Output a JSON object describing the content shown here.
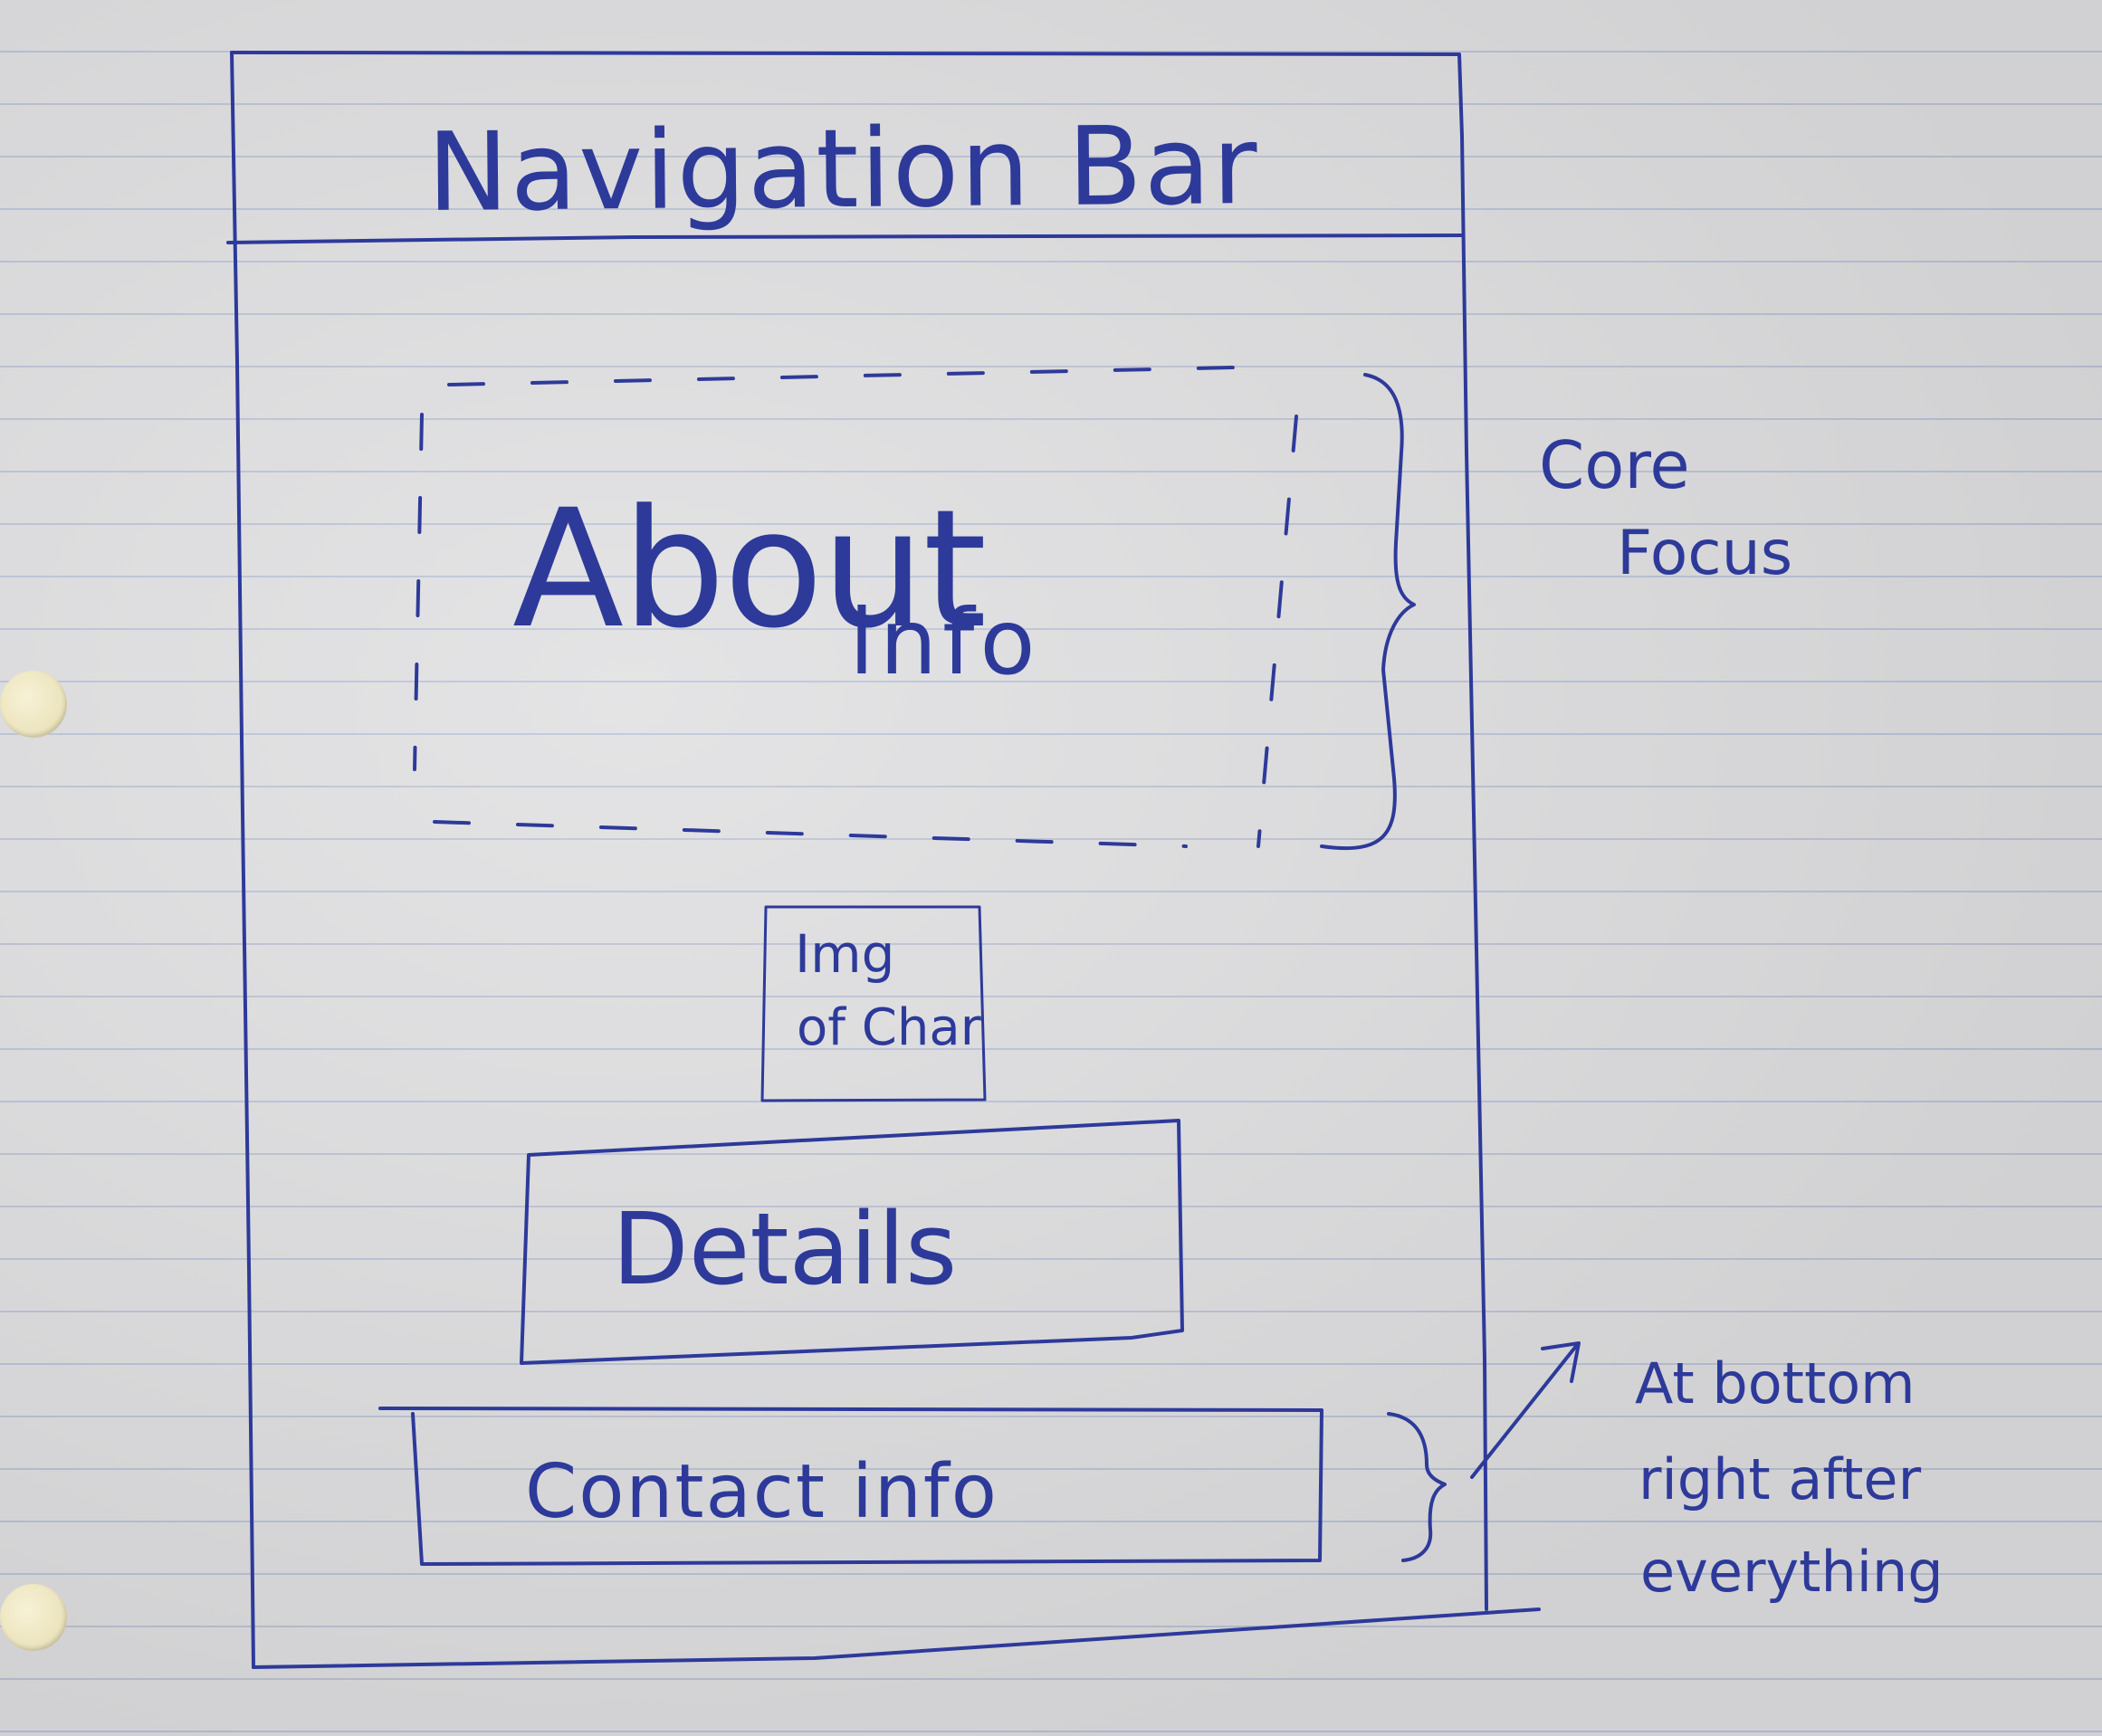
{
  "wireframe": {
    "nav_bar_label": "Navigation Bar",
    "about_section": {
      "label_main": "About",
      "label_sub": "info"
    },
    "image_placeholder": {
      "line1": "Img",
      "line2": "of Char"
    },
    "details_label": "Details",
    "contact_label": "Contact info"
  },
  "annotations": {
    "core_focus": {
      "line1": "Core",
      "line2": "Focus"
    },
    "bottom_note": {
      "line1": "At bottom",
      "line2": "right after",
      "line3": "everything"
    }
  },
  "colors": {
    "ink": "#2d3a9a",
    "paper": "#dedee0",
    "rule_line": "#8c9cc8"
  }
}
